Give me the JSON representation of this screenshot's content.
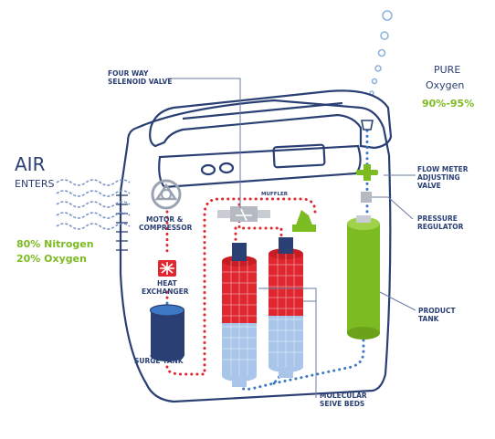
{
  "labels": {
    "air_line1": "AIR",
    "air_line2": "ENTERS",
    "air_nitrogen": "80% Nitrogen",
    "air_oxygen": "20% Oxygen",
    "pure_line1": "PURE",
    "pure_line2": "Oxygen",
    "pure_percent": "90%-95%",
    "valve_line1": "FOUR WAY",
    "valve_line2": "SELENOID VALVE",
    "motor_line1": "MOTOR &",
    "motor_line2": "COMPRESSOR",
    "heat_line1": "HEAT",
    "heat_line2": "EXCHANGER",
    "surge": "SURGE TANK",
    "muffler": "MUFFLER",
    "flow_line1": "FLOW METER",
    "flow_line2": "ADJUSTING",
    "flow_line3": "VALVE",
    "pressure_line1": "PRESSURE",
    "pressure_line2": "REGULATOR",
    "product_line1": "PRODUCT",
    "product_line2": "TANK",
    "sieve_line1": "MOLECULAR",
    "sieve_line2": "SEIVE BEDS"
  },
  "colors": {
    "outline": "#2a3f73",
    "red": "#e0262f",
    "blue": "#3d78c4",
    "green": "#7dbb22",
    "light_blue": "#a9c6ea"
  }
}
